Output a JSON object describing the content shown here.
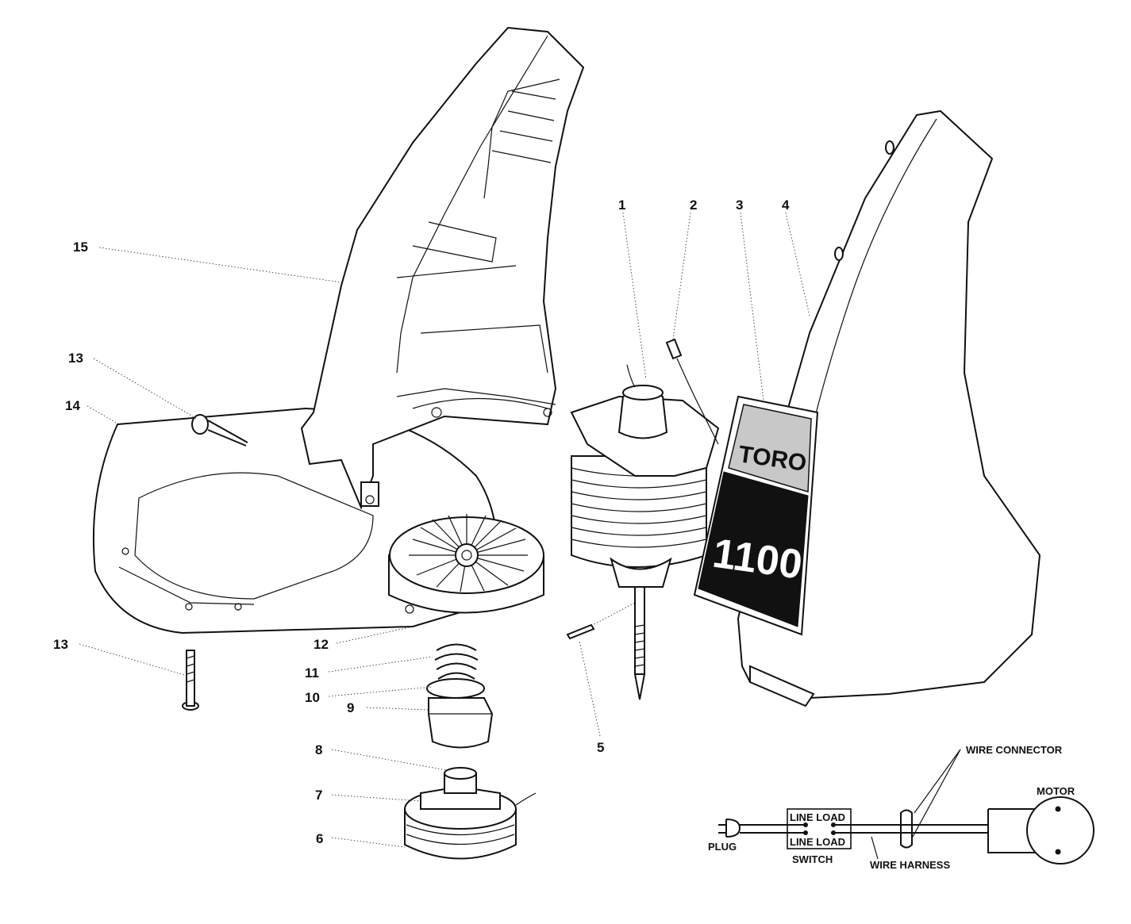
{
  "callouts": {
    "c1": "1",
    "c2": "2",
    "c3": "3",
    "c4": "4",
    "c5": "5",
    "c6": "6",
    "c7": "7",
    "c8": "8",
    "c9": "9",
    "c10": "10",
    "c11": "11",
    "c12": "12",
    "c13a": "13",
    "c13b": "13",
    "c14": "14",
    "c15": "15"
  },
  "decal": {
    "brand": "TORO",
    "model": "1100"
  },
  "wiring": {
    "wire_connector": "WIRE CONNECTOR",
    "motor": "MOTOR",
    "plug": "PLUG",
    "line_load_top": "LINE LOAD",
    "line_load_bottom": "LINE LOAD",
    "switch": "SWITCH",
    "wire_harness": "WIRE HARNESS"
  },
  "colors": {
    "ink": "#111111",
    "paper": "#ffffff",
    "decal_screen": "#c8c8c8"
  }
}
